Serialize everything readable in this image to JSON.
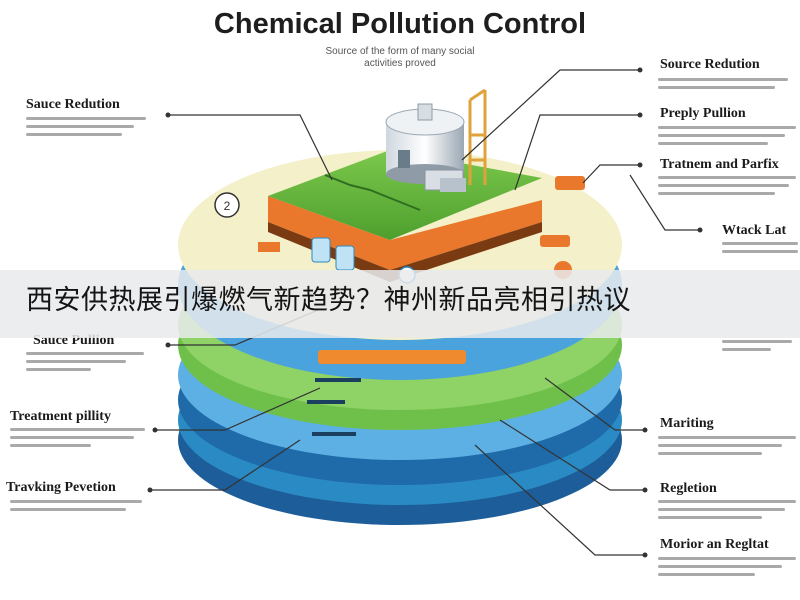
{
  "title": "Chemical Pollution Control",
  "subtitle": "Source of the form of many social\nactivities proved",
  "banner": "西安供热展引爆燃气新趋势？神州新品亮相引热议",
  "labels": {
    "left": [
      "Sauce Redution",
      "Sauce Pullion",
      "Treatment pillity",
      "Travking Pevetion"
    ],
    "right": [
      "Source Redution",
      "Preply Pullion",
      "Tratnem and Parfix",
      "Wtack Lat",
      "Mariting",
      "Regletion",
      "Morior an Regltat"
    ]
  },
  "colors": {
    "green_top": "#5fb53b",
    "orange_layer": "#e9782d",
    "cream_disc": "#f4f0c9",
    "blue_light": "#6cb8e6",
    "blue_dark": "#1d5e9a",
    "teal": "#2a8ac4",
    "banner_bg": "#e8eaec"
  }
}
